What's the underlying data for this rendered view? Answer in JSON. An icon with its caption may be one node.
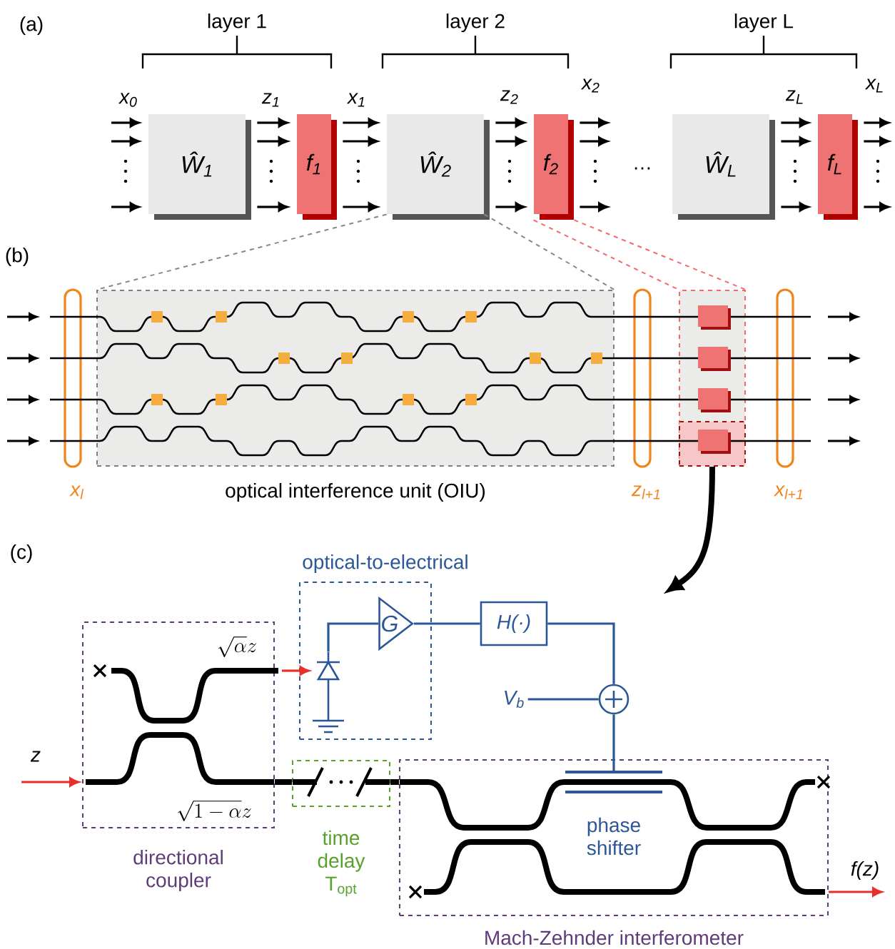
{
  "diagram": {
    "nodes": [
      {
        "text": [
          "Ŵ$_{1}$"
        ]
      },
      {
        "text": [
          "f$_{1}$"
        ]
      },
      {
        "text": [
          "Ŵ$_{2}$"
        ]
      },
      {
        "text": [
          "f$_{2}$"
        ]
      },
      {
        "text": [
          "Ŵ$_{L}$"
        ]
      },
      {
        "text": [
          "f$_{L}$"
        ]
      },
      {
        "text": [
          "x$_{l}$"
        ]
      },
      {
        "text": [
          "optical interference unit (OIU)"
        ]
      },
      {
        "text": [
          "z$_{l+1}$"
        ]
      },
      {
        "text": [],
        "shape": "box"
      },
      {
        "text": [],
        "shape": "box",
        "in": 9
      },
      {
        "text": [
          "x$_{l+1}$"
        ]
      },
      {
        "text": [
          "optical-to-electrical"
        ]
      },
      {
        "text": [],
        "shape": "diode",
        "in": 12
      },
      {
        "text": [
          "G"
        ],
        "in": 12
      },
      {
        "text": [
          "H(·)"
        ]
      },
      {
        "text": [
          "V$_{b}$"
        ]
      },
      {
        "text": [],
        "shape": "circle"
      },
      {
        "text": [
          "directional coupler"
        ]
      },
      {
        "text": [
          "time delay T$_{opt}$"
        ]
      },
      {
        "text": [
          "Mach-Zehnder interferometer"
        ]
      },
      {
        "text": [
          "phase shifter"
        ],
        "in": 20
      }
    ],
    "edges": [
      {
        "from": null,
        "to": 0,
        "arrow": "to"
      },
      {
        "from": null,
        "to": 0,
        "arrow": "to"
      },
      {
        "from": null,
        "to": 0,
        "arrow": "to"
      },
      {
        "from": 0,
        "to": 1,
        "arrow": "to"
      },
      {
        "from": 0,
        "to": 1,
        "arrow": "to"
      },
      {
        "from": 0,
        "to": 1,
        "arrow": "to"
      },
      {
        "from": 1,
        "to": 2,
        "arrow": "to"
      },
      {
        "from": 1,
        "to": 2,
        "arrow": "to"
      },
      {
        "from": 1,
        "to": 2,
        "arrow": "to"
      },
      {
        "from": 2,
        "to": 3,
        "arrow": "to"
      },
      {
        "from": 2,
        "to": 3,
        "arrow": "to"
      },
      {
        "from": 2,
        "to": 3,
        "arrow": "to"
      },
      {
        "from": 3,
        "to": null,
        "arrow": "to"
      },
      {
        "from": 3,
        "to": null,
        "arrow": "to"
      },
      {
        "from": 3,
        "to": null,
        "arrow": "to"
      },
      {
        "from": 4,
        "to": 5,
        "arrow": "to"
      },
      {
        "from": 4,
        "to": 5,
        "arrow": "to"
      },
      {
        "from": 4,
        "to": 5,
        "arrow": "to"
      },
      {
        "from": 5,
        "to": null,
        "arrow": "to"
      },
      {
        "from": 5,
        "to": null,
        "arrow": "to"
      },
      {
        "from": 5,
        "to": null,
        "arrow": "to"
      },
      {
        "from": 2,
        "to": 7,
        "arrow": "none",
        "style": "dashed",
        "color": "#888888"
      },
      {
        "from": 2,
        "to": 7,
        "arrow": "none",
        "style": "dashed",
        "color": "#888888"
      },
      {
        "from": 3,
        "to": 9,
        "arrow": "none",
        "style": "dashed",
        "color": "#f06b6b"
      },
      {
        "from": 3,
        "to": 9,
        "arrow": "none",
        "style": "dashed",
        "color": "#f06b6b"
      },
      {
        "from": 10,
        "to": null,
        "arrow": "to",
        "style": "thick"
      },
      {
        "from": null,
        "to": 18,
        "arrow": "to",
        "label": "z",
        "color": "#e8302a"
      },
      {
        "from": 18,
        "to": 13,
        "arrow": "to",
        "color": "#e8302a"
      },
      {
        "from": 13,
        "to": 14,
        "arrow": "none",
        "color": "#2b5797"
      },
      {
        "from": 14,
        "to": 15,
        "arrow": "none",
        "color": "#2b5797"
      },
      {
        "from": 15,
        "to": 17,
        "arrow": "none",
        "color": "#2b5797"
      },
      {
        "from": 16,
        "to": 17,
        "arrow": "none",
        "color": "#2b5797"
      },
      {
        "from": 17,
        "to": 21,
        "arrow": "none",
        "color": "#2b5797"
      },
      {
        "from": 20,
        "to": null,
        "arrow": "to",
        "label": "f(z)",
        "color": "#e8302a"
      },
      {
        "from": 18,
        "to": 19,
        "arrow": "none",
        "style": "thick"
      },
      {
        "from": 19,
        "to": 20,
        "arrow": "none",
        "style": "thick"
      }
    ],
    "labels": [
      "(a)",
      "layer 1",
      "layer 2",
      "layer L",
      "x$_{0}$",
      "z$_{1}$",
      "x$_{1}$",
      "z$_{2}$",
      "x$_{2}$",
      "…",
      "z$_{L}$",
      "x$_{L}$",
      "(b)",
      "(c)",
      "\\sqrt{\\alpha}z",
      "\\sqrt{1-\\alpha}z"
    ]
  }
}
